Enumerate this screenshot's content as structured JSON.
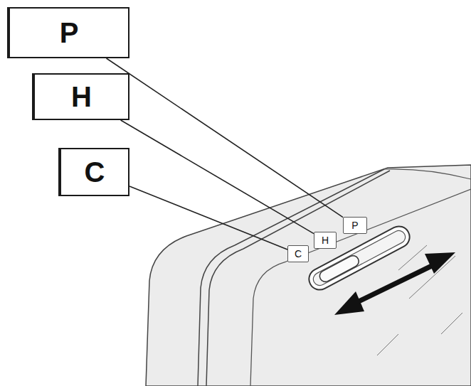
{
  "diagram": {
    "nodes": [
      {
        "text": [
          "P"
        ]
      },
      {
        "text": [
          "H"
        ]
      },
      {
        "text": [
          "C"
        ]
      },
      {
        "text": [
          "C"
        ]
      },
      {
        "text": [
          "H"
        ]
      },
      {
        "text": [
          "P"
        ]
      }
    ],
    "edges": [
      {
        "from": 0,
        "to": 5,
        "arrow": "none"
      },
      {
        "from": 1,
        "to": 4,
        "arrow": "none"
      },
      {
        "from": 2,
        "to": 3,
        "arrow": "none"
      }
    ]
  }
}
